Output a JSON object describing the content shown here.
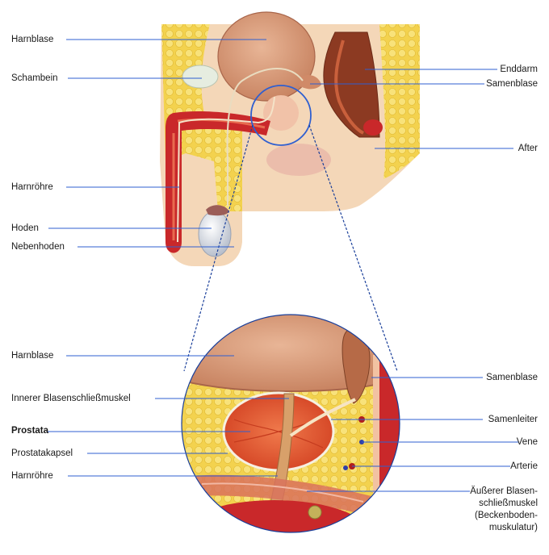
{
  "colors": {
    "leader_line": "#2f5fd0",
    "skin": "#f4d7b8",
    "fat": "#f2d04a",
    "muscle": "#c9282a",
    "bladder": "#d99a78",
    "gland": "#e2572f",
    "bone": "#e6ede0",
    "testis": "#dfe3ea"
  },
  "top_labels": {
    "harnblase": "Harnblase",
    "schambein": "Schambein",
    "harnroehre": "Harnröhre",
    "hoden": "Hoden",
    "nebenhoden": "Nebenhoden",
    "enddarm": "Enddarm",
    "samenblase": "Samenblase",
    "after": "After"
  },
  "detail_labels": {
    "harnblase": "Harnblase",
    "innerer": "Innerer Blasenschließmuskel",
    "prostata": "Prostata",
    "prostatakapsel": "Prostatakapsel",
    "harnroehre": "Harnröhre",
    "samenblase": "Samenblase",
    "samenleiter": "Samenleiter",
    "vene": "Vene",
    "arterie": "Arterie",
    "aeusserer_1": "Äußerer Blasen-",
    "aeusserer_2": "schließmuskel",
    "aeusserer_3": "(Beckenboden-",
    "aeusserer_4": "muskulatur)"
  }
}
